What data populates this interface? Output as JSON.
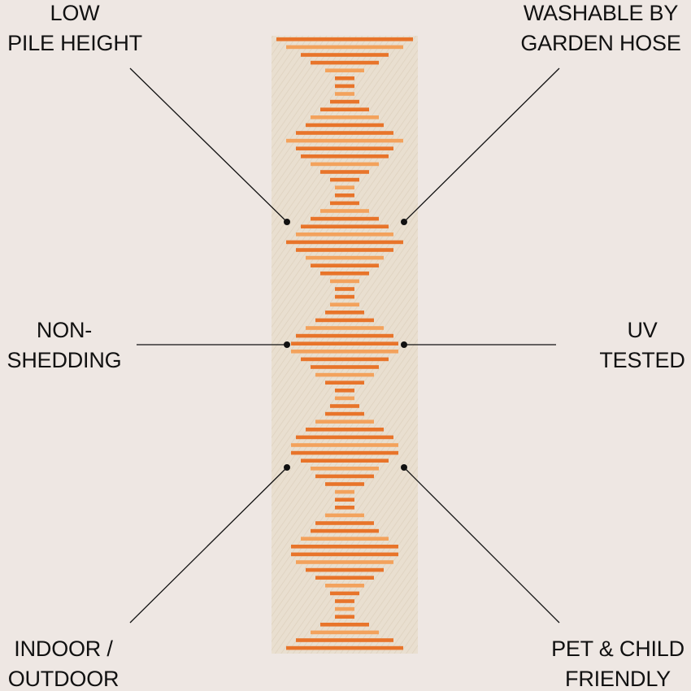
{
  "features": {
    "low_pile": {
      "line1": "LOW",
      "line2": "PILE HEIGHT"
    },
    "washable": {
      "line1": "WASHABLE BY",
      "line2": "GARDEN HOSE"
    },
    "non_shedding": {
      "line1": "NON-",
      "line2": "SHEDDING"
    },
    "uv_tested": {
      "line1": "UV",
      "line2": "TESTED"
    },
    "indoor_outdoor": {
      "line1": "INDOOR /",
      "line2": "OUTDOOR"
    },
    "pet_child": {
      "line1": "PET & CHILD",
      "line2": "FRIENDLY"
    }
  },
  "colors": {
    "background": "#eee7e3",
    "rug": "#e9dfd0",
    "pattern": "#e8742a",
    "pattern_light": "#f3a25c",
    "callout": "#111111"
  }
}
